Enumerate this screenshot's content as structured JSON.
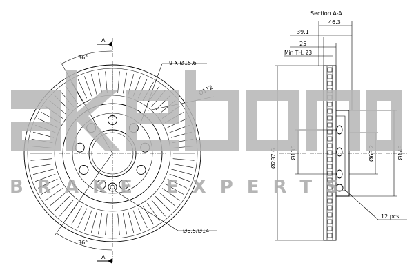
{
  "drawing": {
    "section_title": "Section A-A",
    "section_marker": "A",
    "dimensions": {
      "bolt_holes": "9 X Ø15.6",
      "outer_diameter_front": "Ø112",
      "angle_top": "36°",
      "angle_bottom": "36°",
      "hole_spec": "Ø6.5/Ø14",
      "overall_width": "46.3",
      "hat_width": "39.1",
      "thickness": "25",
      "min_thickness": "Min TH. 23",
      "disc_diameter": "Ø287.6",
      "pcd": "Ø135",
      "center_bore": "Ø68.2",
      "hat_diameter": "Ø148",
      "vanes": "12 pcs."
    }
  },
  "watermark": {
    "logo_text": "akebono",
    "tagline": "BRAKE EXPERTS"
  }
}
